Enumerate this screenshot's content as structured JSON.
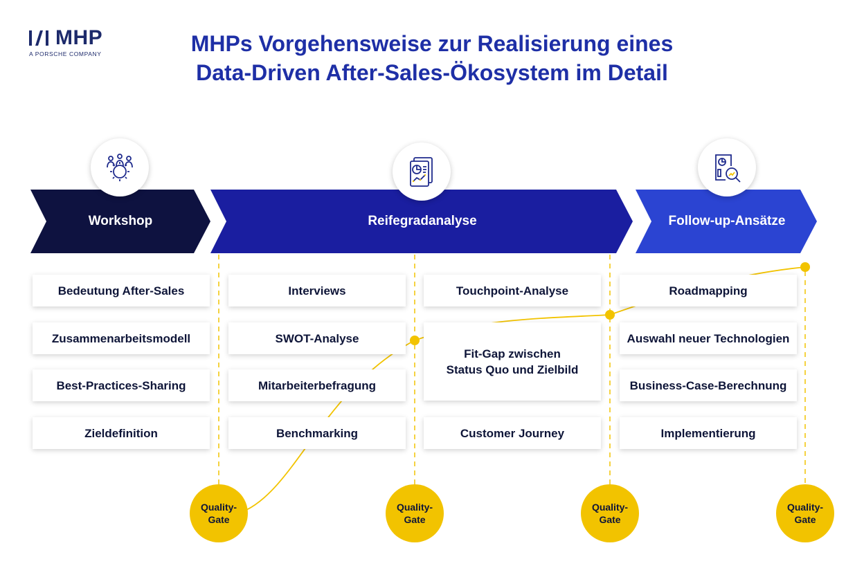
{
  "brand": {
    "name": "MHP",
    "tagline": "A PORSCHE COMPANY"
  },
  "title": {
    "line1": "MHPs Vorgehensweise zur Realisierung eines",
    "line2": "Data-Driven After-Sales-Ökosystem im Detail"
  },
  "colors": {
    "workshop": "#0e1240",
    "reifegrad": "#1a1ea0",
    "followup": "#2b44d2",
    "gate": "#f2c300",
    "line": "#f2c300"
  },
  "phases": [
    {
      "label": "Workshop",
      "icon": "team-gear-icon"
    },
    {
      "label": "Reifegradanalyse",
      "icon": "report-chart-icon"
    },
    {
      "label": "Follow-up-Ansätze",
      "icon": "document-magnifier-icon"
    }
  ],
  "columns": [
    [
      "Bedeutung After-Sales",
      "Zusammenarbeitsmodell",
      "Best-Practices-Sharing",
      "Zieldefinition"
    ],
    [
      "Interviews",
      "SWOT-Analyse",
      "Mitarbeiterbefragung",
      "Benchmarking"
    ],
    [
      "Touchpoint-Analyse",
      [
        "Fit-Gap zwischen",
        "Status Quo und Zielbild"
      ],
      "Customer Journey"
    ],
    [
      "Roadmapping",
      "Auswahl neuer Technologien",
      "Business-Case-Berechnung",
      "Implementierung"
    ]
  ],
  "gates": [
    [
      "Quality-",
      "Gate"
    ],
    [
      "Quality-",
      "Gate"
    ],
    [
      "Quality-",
      "Gate"
    ],
    [
      "Quality-",
      "Gate"
    ]
  ]
}
